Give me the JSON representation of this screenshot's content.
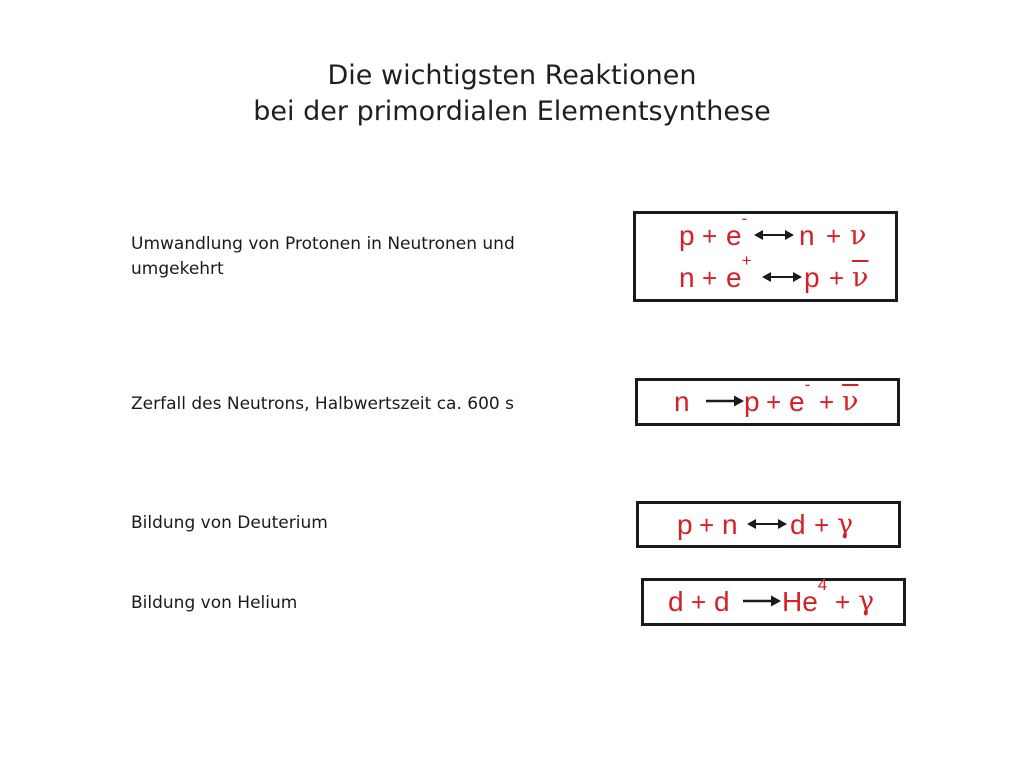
{
  "title": {
    "line1": "Die wichtigsten Reaktionen",
    "line2": "bei der primordialen Elementsynthese"
  },
  "reactions": [
    {
      "description": "Umwandlung von Protonen in Neutronen und umgekehrt",
      "equations": [
        {
          "p": "p",
          "plus1": "+",
          "e": "e",
          "e_sup": "-",
          "n": "n",
          "plus2": "+",
          "nu": "ν"
        },
        {
          "n": "n",
          "plus1": "+",
          "e": "e",
          "e_sup": "+",
          "p": "p",
          "plus2": "+",
          "nu": "ν"
        }
      ]
    },
    {
      "description": "Zerfall des Neutrons, Halbwertszeit ca. 600 s",
      "equation": {
        "n": "n",
        "p": "p",
        "plus1": "+",
        "e": "e",
        "e_sup": "-",
        "plus2": "+",
        "nu": "ν"
      }
    },
    {
      "description": "Bildung von Deuterium",
      "equation": {
        "p": "p",
        "plus1": "+",
        "n": "n",
        "d": "d",
        "plus2": "+",
        "gamma": "γ"
      }
    },
    {
      "description": "Bildung von Helium",
      "equation": {
        "d1": "d",
        "plus1": "+",
        "d2": "d",
        "he": "He",
        "he_sup": "4",
        "plus2": "+",
        "gamma": "γ"
      }
    }
  ],
  "colors": {
    "equation_text": "#d42028",
    "box_border": "#1a1a1a",
    "body_text": "#1a1a1a"
  }
}
